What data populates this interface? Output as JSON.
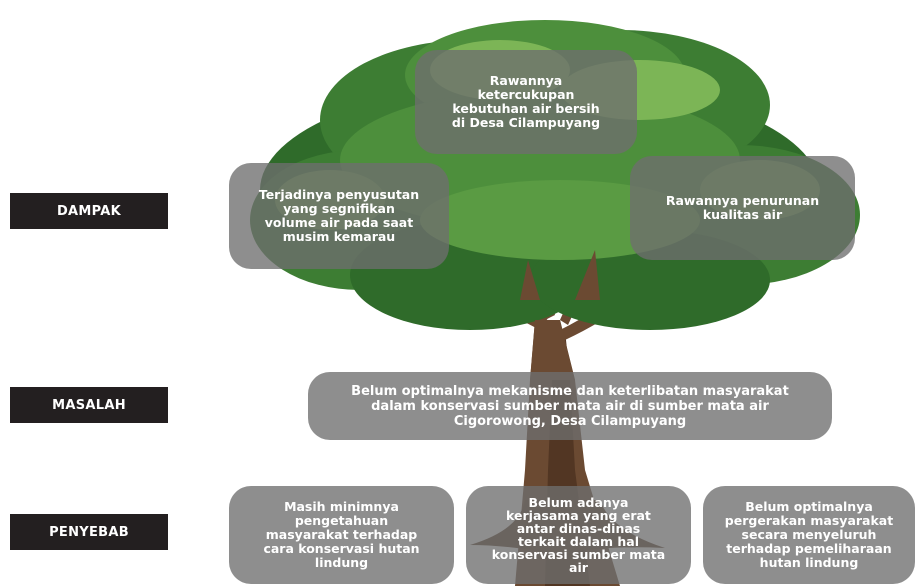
{
  "labels": {
    "dampak": "DAMPAK",
    "masalah": "MASALAH",
    "penyebab": "PENYEBAB"
  },
  "dampak": {
    "top": "Rawannya\nketercukupan\nkebutuhan air bersih\ndi Desa Cilampuyang",
    "left": "Terjadinya penyusutan\nyang segnifikan\nvolume air pada saat\nmusim kemarau",
    "right": "Rawannya penurunan\nkualitas air"
  },
  "masalah": {
    "main": "Belum optimalnya mekanisme dan keterlibatan masyarakat\ndalam konservasi sumber mata air di sumber mata air\nCigorowong, Desa Cilampuyang"
  },
  "penyebab": {
    "left": "Masih minimnya\npengetahuan\nmasyarakat terhadap\ncara konservasi hutan\nlindung",
    "middle": "Belum adanya\nkerjasama yang erat\nantar dinas-dinas\nterkait dalam hal\nkonservasi sumber mata\nair",
    "right": "Belum optimalnya\npergerakan masyarakat\nsecara menyeluruh\nterhadap pemeliharaan\nhutan lindung"
  },
  "colors": {
    "label_bg": "#231f20",
    "box_bg": "#6e6e6e",
    "foliage_dark": "#2f6b2a",
    "foliage_mid": "#4d8f3c",
    "foliage_light": "#7cb556",
    "trunk": "#6b4a32"
  }
}
